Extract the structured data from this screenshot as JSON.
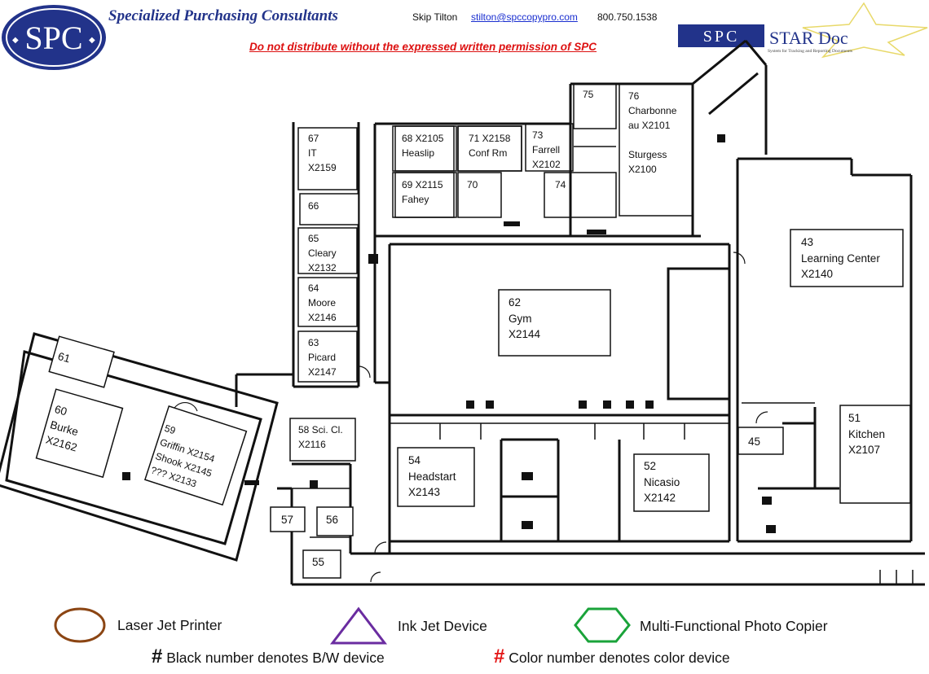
{
  "header": {
    "company": "Specialized Purchasing Consultants",
    "contact_name": "Skip Tilton",
    "email": "stilton@spccopypro.com",
    "phone": "800.750.1538",
    "warning": "Do not distribute without the expressed written permission of SPC",
    "logo_text": "SPC",
    "stardoc_spc": "SPC",
    "stardoc_title": "STAR Doc",
    "stardoc_tagline": "System for Tracking and Reporting Documents"
  },
  "rooms": [
    {
      "id": "67",
      "label": "67\nIT\nX2159"
    },
    {
      "id": "66",
      "label": "66"
    },
    {
      "id": "65",
      "label": "65\nCleary\nX2132"
    },
    {
      "id": "64",
      "label": "64\nMoore\nX2146"
    },
    {
      "id": "63",
      "label": "63\nPicard\nX2147"
    },
    {
      "id": "68",
      "label": "68 X2105\nHeaslip"
    },
    {
      "id": "71",
      "label": "71 X2158\nConf Rm"
    },
    {
      "id": "73",
      "label": "73\nFarrell\nX2102"
    },
    {
      "id": "75",
      "label": "75"
    },
    {
      "id": "76",
      "label": "76\nCharbonne\nau X2101\n\nSturgess\nX2100"
    },
    {
      "id": "69",
      "label": "69 X2115\nFahey"
    },
    {
      "id": "70",
      "label": "70"
    },
    {
      "id": "74",
      "label": "74"
    },
    {
      "id": "43",
      "label": "43\nLearning Center\nX2140"
    },
    {
      "id": "62",
      "label": "62\nGym\nX2144"
    },
    {
      "id": "61",
      "label": "61"
    },
    {
      "id": "60",
      "label": "60\nBurke\nX2162"
    },
    {
      "id": "59",
      "label": "59\nGriffin X2154\nShook X2145\n??? X2133"
    },
    {
      "id": "58",
      "label": "58 Sci. Cl.\nX2116"
    },
    {
      "id": "57",
      "label": "57"
    },
    {
      "id": "56",
      "label": "56"
    },
    {
      "id": "55",
      "label": "55"
    },
    {
      "id": "54",
      "label": "54\nHeadstart\nX2143"
    },
    {
      "id": "52",
      "label": "52\nNicasio\nX2142"
    },
    {
      "id": "45",
      "label": "45"
    },
    {
      "id": "51",
      "label": "51\nKitchen\nX2107"
    }
  ],
  "legend": {
    "laser": "Laser Jet Printer",
    "inkjet": "Ink Jet Device",
    "mfp": "Multi-Functional Photo Copier",
    "bw_symbol": "#",
    "bw_note": "Black number denotes B/W device",
    "color_symbol": "#",
    "color_note": "Color number denotes color device"
  },
  "colors": {
    "brand_navy": "#22338a",
    "warning_red": "#dd1111",
    "laser_brown": "#8b4513",
    "inkjet_purple": "#6a2ca0",
    "mfp_green": "#1aa33a"
  }
}
